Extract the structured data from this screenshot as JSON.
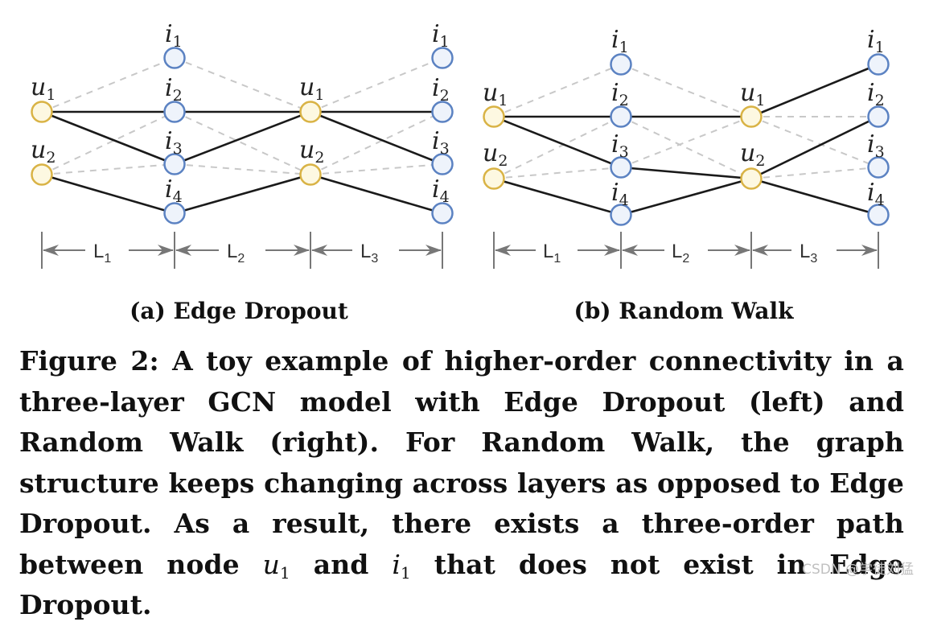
{
  "figure": {
    "panels": [
      {
        "id": "a",
        "caption": "(a) Edge Dropout",
        "node_labels": {
          "u1": "u",
          "u1_sub": "1",
          "u2": "u",
          "u2_sub": "2",
          "i1": "i",
          "i1_sub": "1",
          "i2": "i",
          "i2_sub": "2",
          "i3": "i",
          "i3_sub": "3",
          "i4": "i",
          "i4_sub": "4"
        },
        "layers": [
          {
            "name": "L",
            "sub": "1"
          },
          {
            "name": "L",
            "sub": "2"
          },
          {
            "name": "L",
            "sub": "3"
          }
        ],
        "active_edges": [
          [
            "u1",
            "i2"
          ],
          [
            "u1",
            "i3"
          ],
          [
            "u2",
            "i4"
          ],
          [
            "i2",
            "u1"
          ],
          [
            "i3",
            "u1"
          ],
          [
            "i4",
            "u2"
          ],
          [
            "u1",
            "i2"
          ],
          [
            "u1",
            "i3"
          ],
          [
            "u2",
            "i4"
          ]
        ]
      },
      {
        "id": "b",
        "caption": "(b) Random Walk",
        "node_labels": {
          "u1": "u",
          "u1_sub": "1",
          "u2": "u",
          "u2_sub": "2",
          "i1": "i",
          "i1_sub": "1",
          "i2": "i",
          "i2_sub": "2",
          "i3": "i",
          "i3_sub": "3",
          "i4": "i",
          "i4_sub": "4"
        },
        "layers": [
          {
            "name": "L",
            "sub": "1"
          },
          {
            "name": "L",
            "sub": "2"
          },
          {
            "name": "L",
            "sub": "3"
          }
        ],
        "active_edges": [
          [
            "u1",
            "i2"
          ],
          [
            "u1",
            "i3"
          ],
          [
            "u2",
            "i4"
          ],
          [
            "i2",
            "u1"
          ],
          [
            "i3",
            "u2"
          ],
          [
            "i4",
            "u2"
          ],
          [
            "u1",
            "i1"
          ],
          [
            "u2",
            "i2"
          ],
          [
            "u2",
            "i4"
          ]
        ]
      }
    ],
    "colors": {
      "user_fill": "#fdf8e1",
      "user_stroke": "#d9b345",
      "item_fill": "#eef3fb",
      "item_stroke": "#5b82c2",
      "active_edge": "#1a1a1a",
      "inactive_edge": "#c8c8c8",
      "arrow": "#777777"
    }
  },
  "caption": {
    "part1": "Figure 2: A toy example of higher-order connectivity in a three-layer GCN model with Edge Dropout (left) and Random Walk (right). For Random Walk, the graph structure keeps changing across layers as opposed to Edge Dropout. As a result, there exists a three-order path between node ",
    "math_u": "u",
    "math_u_sub": "1",
    "part2": " and ",
    "math_i": "i",
    "math_i_sub": "1",
    "part3": " that does not exist in Edge Dropout."
  },
  "watermark": "CSDN @学徒刘猛"
}
